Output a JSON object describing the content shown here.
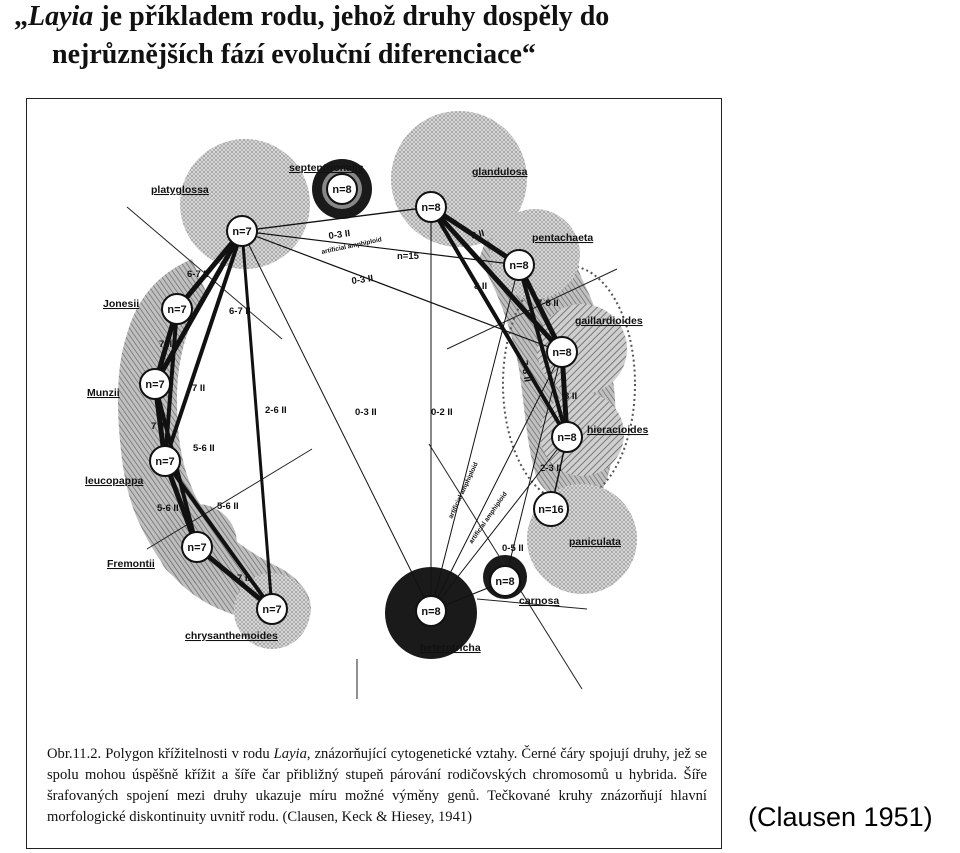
{
  "title": {
    "line1_open": "„",
    "line1_genus": "Layia",
    "line1_rest": " je příkladem rodu, jehož druhy dospěly do",
    "line2": "nejrůznějších fází evoluční diferenciace“"
  },
  "figure": {
    "species": [
      {
        "id": "platyglossa",
        "label": "platyglossa",
        "n": "n=7"
      },
      {
        "id": "jonesii",
        "label": "Jonesii",
        "n": "n=7"
      },
      {
        "id": "munzii",
        "label": "Munzii",
        "n": "n=7"
      },
      {
        "id": "leucopappa",
        "label": "leucopappa",
        "n": "n=7"
      },
      {
        "id": "fremontii",
        "label": "Fremontii",
        "n": "n=7"
      },
      {
        "id": "chrysanthemoides",
        "label": "chrysanthemoides",
        "n": "n=7"
      },
      {
        "id": "septentrionalis",
        "label": "septentrionalis",
        "n": "n=8"
      },
      {
        "id": "glandulosa",
        "label": "glandulosa",
        "n": "n=8"
      },
      {
        "id": "pentachaeta",
        "label": "pentachaeta",
        "n": "n=8"
      },
      {
        "id": "gaillardioides",
        "label": "gaillardioides",
        "n": "n=8"
      },
      {
        "id": "hieracioides",
        "label": "hieracioides",
        "n": "n=8"
      },
      {
        "id": "paniculata",
        "label": "paniculata",
        "n": "n=16"
      },
      {
        "id": "carnosa",
        "label": "carnosa",
        "n": "n=8"
      },
      {
        "id": "heterotricha",
        "label": "heterotricha",
        "n": "n=8"
      }
    ],
    "edge_labels": [
      {
        "id": "e1",
        "text": "6-7 II"
      },
      {
        "id": "e2",
        "text": "6-7 II"
      },
      {
        "id": "e3",
        "text": "7 II"
      },
      {
        "id": "e4",
        "text": "7 II"
      },
      {
        "id": "e5",
        "text": "7 II"
      },
      {
        "id": "e6",
        "text": "5-6 II"
      },
      {
        "id": "e7",
        "text": "5-6 II"
      },
      {
        "id": "e8",
        "text": "5-6 II"
      },
      {
        "id": "e9",
        "text": "7 II"
      },
      {
        "id": "e10",
        "text": "2-6 II"
      },
      {
        "id": "e11",
        "text": "0-3 II"
      },
      {
        "id": "e12",
        "text": "0-3 II"
      },
      {
        "id": "e13",
        "text": "0-3 II"
      },
      {
        "id": "e14",
        "text": "0-2 II"
      },
      {
        "id": "e15",
        "text": "8 II"
      },
      {
        "id": "e16",
        "text": "8 II"
      },
      {
        "id": "e17",
        "text": "7-8 II"
      },
      {
        "id": "e18",
        "text": "7-8 II"
      },
      {
        "id": "e19",
        "text": "8 II"
      },
      {
        "id": "e20",
        "text": "2-3 II"
      },
      {
        "id": "e21",
        "text": "0-5 II"
      },
      {
        "id": "e22",
        "text": "n=15"
      },
      {
        "id": "e23",
        "text": "artificial amphiploid"
      },
      {
        "id": "e24",
        "text": "artificial amphiploid"
      },
      {
        "id": "e25",
        "text": "artificial amphiploid"
      }
    ]
  },
  "caption": {
    "prefix": "Obr.11.2. Polygon křížitelnosti v rodu ",
    "genus": "Layia",
    "body": ", znázorňující cytogenetické vztahy. Černé čáry spojují druhy, jež se spolu mohou úspěšně křížit a šíře čar přibližný stupeň párování rodičovských chromosomů u hybrida. Šíře šrafovaných spojení mezi druhy ukazuje míru možné výměny genů. Tečkované kruhy znázorňují hlavní morfologické diskontinuity uvnitř rodu. (Clausen, Keck & Hiesey, 1941)"
  },
  "citation": "(Clausen 1951)"
}
